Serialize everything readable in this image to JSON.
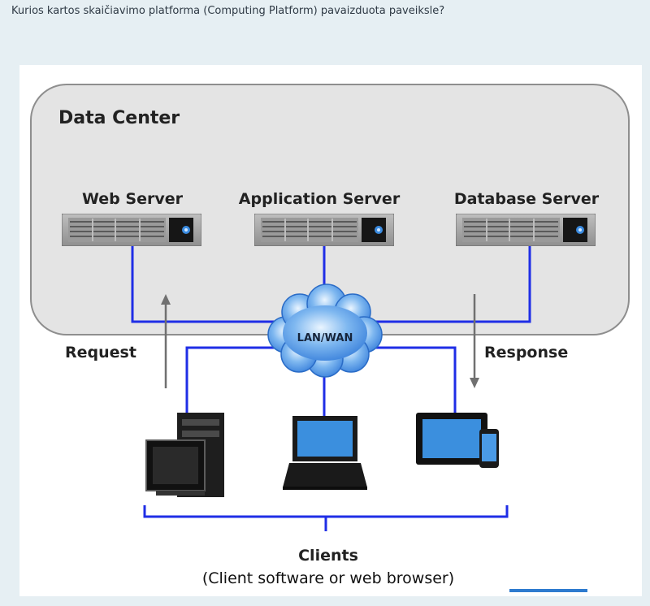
{
  "question": "Kurios kartos skaičiavimo platforma (Computing Platform) pavaizduota paveiksle?",
  "diagram": {
    "data_center_label": "Data Center",
    "servers": [
      "Web Server",
      "Application Server",
      "Database Server"
    ],
    "network_label": "LAN/WAN",
    "request_label": "Request",
    "response_label": "Response",
    "clients_label": "Clients",
    "clients_sublabel": "(Client software or web browser)"
  },
  "colors": {
    "link_line": "#1f2ee6",
    "cloud": "#3f8fe8",
    "data_center_bg": "#e4e4e4",
    "screen": "#3b8fde"
  }
}
